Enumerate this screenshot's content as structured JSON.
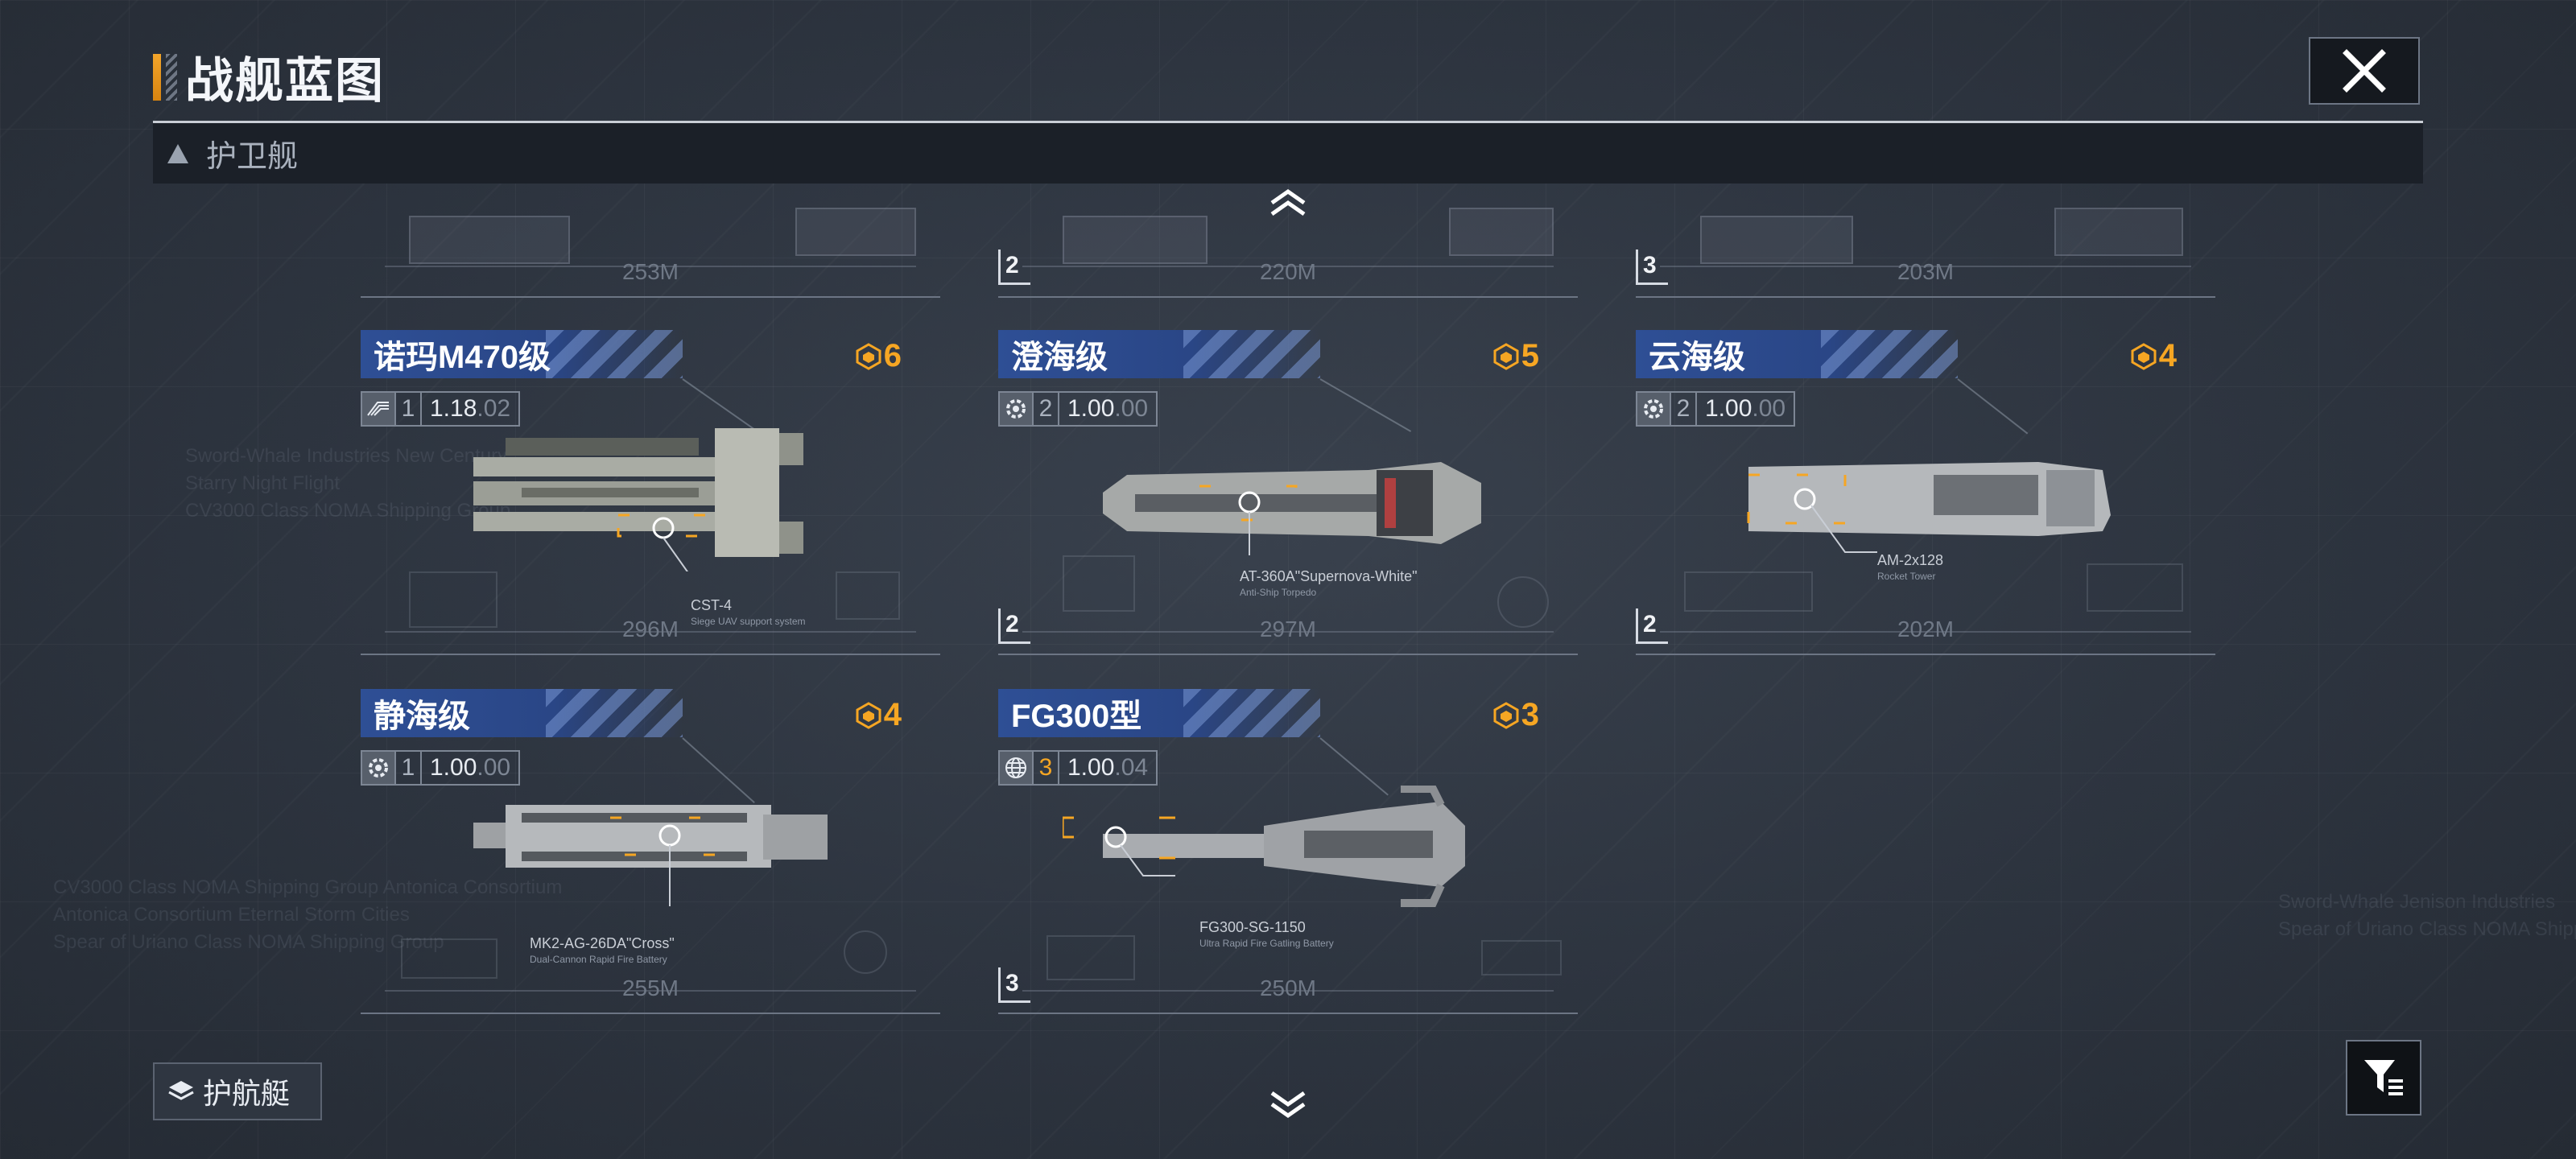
{
  "header": {
    "title": "战舰蓝图"
  },
  "category": {
    "label": "护卫舰"
  },
  "partial_row": [
    {
      "length": "253M",
      "slot": ""
    },
    {
      "length": "220M",
      "slot": "2"
    },
    {
      "length": "203M",
      "slot": "3"
    }
  ],
  "ships": [
    {
      "name": "诺玛M470级",
      "cost": "6",
      "tier": "1",
      "ratio": "1.18",
      "ratio_dim": ".02",
      "length": "296M",
      "slot": "",
      "weapon": "CST-4",
      "weapon_sub": "Siege UAV support system",
      "type_icon": "speed-icon"
    },
    {
      "name": "澄海级",
      "cost": "5",
      "tier": "2",
      "ratio": "1.00",
      "ratio_dim": ".00",
      "length": "297M",
      "slot": "2",
      "weapon": "AT-360A\"Supernova-White\"",
      "weapon_sub": "Anti-Ship Torpedo",
      "type_icon": "gear-icon"
    },
    {
      "name": "云海级",
      "cost": "4",
      "tier": "2",
      "ratio": "1.00",
      "ratio_dim": ".00",
      "length": "202M",
      "slot": "2",
      "weapon": "AM-2x128",
      "weapon_sub": "Rocket Tower",
      "type_icon": "gear-icon"
    },
    {
      "name": "静海级",
      "cost": "4",
      "tier": "1",
      "ratio": "1.00",
      "ratio_dim": ".00",
      "length": "255M",
      "slot": "",
      "weapon": "MK2-AG-26DA\"Cross\"",
      "weapon_sub": "Dual-Cannon Rapid Fire Battery",
      "type_icon": "gear-icon"
    },
    {
      "name": "FG300型",
      "cost": "3",
      "tier": "3",
      "ratio": "1.00",
      "ratio_dim": ".04",
      "length": "250M",
      "slot": "3",
      "weapon": "FG300-SG-1150",
      "weapon_sub": "Ultra Rapid Fire Gatling Battery",
      "type_icon": "globe-icon"
    }
  ],
  "bottom": {
    "sub_category": "护航艇"
  },
  "colors": {
    "accent": "#f6a623",
    "name_bar": "#2e4f95",
    "background": "#2d343f"
  },
  "icons": {
    "close": "close-icon",
    "up": "chevron-up-icon",
    "down": "chevron-down-icon",
    "filter": "filter-icon",
    "cost": "cost-hex-icon",
    "layers": "layers-icon"
  },
  "background_text": [
    "Sword-Whale Industries New Century\nStarry Night Flight\nCV3000 Class NOMA Shipping Group",
    "CV3000 Class NOMA Shipping Group Antonica Consortium\nAntonica Consortium Eternal Storm Cities\nSpear of Uriano Class NOMA Shipping Group",
    "Sword-Whale Jenison Industries\nSpear of Uriano Class NOMA Shipping"
  ]
}
